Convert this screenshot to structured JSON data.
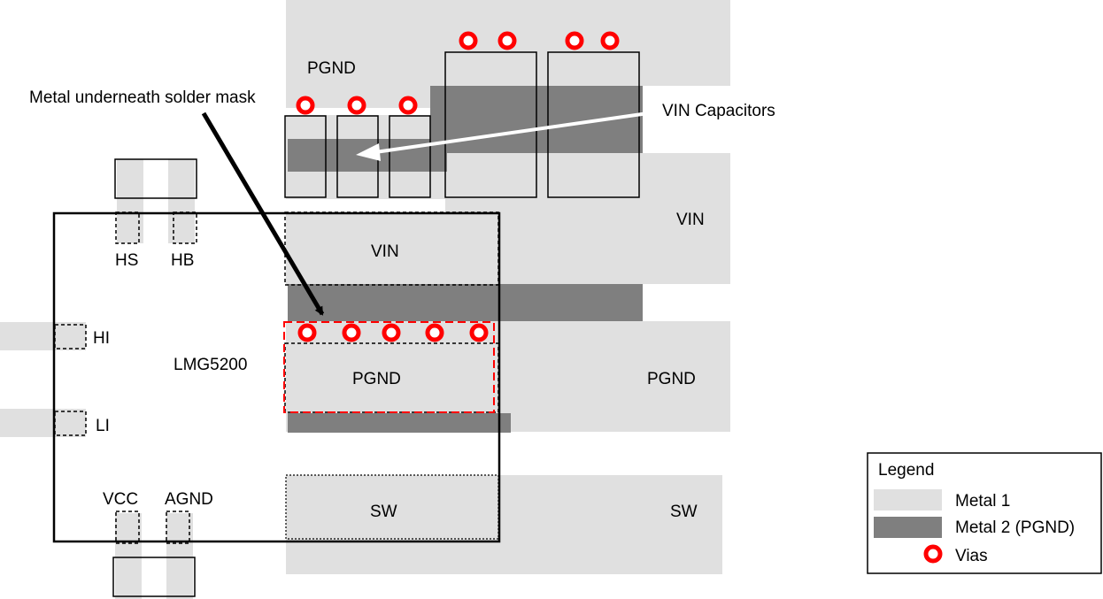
{
  "colors": {
    "metal1": "#e0e0e0",
    "metal2": "#7f7f7f",
    "via": "#ff0000",
    "outline": "#000000",
    "background": "#ffffff"
  },
  "labels": {
    "pgnd_top": "PGND",
    "annotation_solder_mask": "Metal underneath solder mask",
    "annotation_vin_caps": "VIN Capacitors",
    "vin_right": "VIN",
    "vin_chip": "VIN",
    "pin_hs": "HS",
    "pin_hb": "HB",
    "pin_hi": "HI",
    "pin_li": "LI",
    "chip_name": "LMG5200",
    "pgnd_chip": "PGND",
    "pgnd_right": "PGND",
    "pin_vcc": "VCC",
    "pin_agnd": "AGND",
    "sw_chip": "SW",
    "sw_right": "SW"
  },
  "legend": {
    "title": "Legend",
    "items": [
      {
        "label": "Metal  1",
        "swatch": "metal1"
      },
      {
        "label": "Metal  2 (PGND)",
        "swatch": "metal2"
      },
      {
        "label": "Vias",
        "swatch": "via"
      }
    ]
  }
}
